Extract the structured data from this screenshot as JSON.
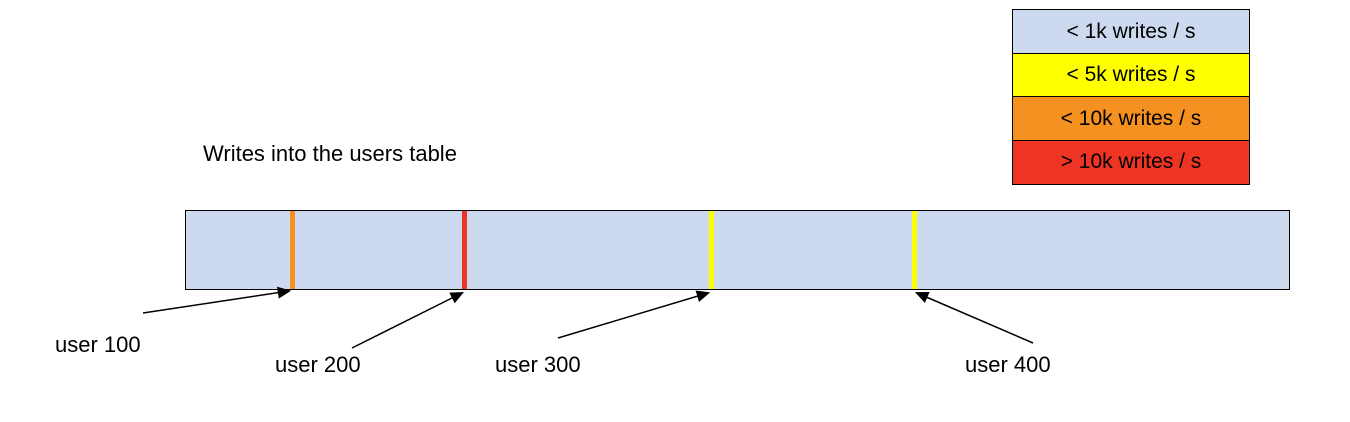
{
  "title": "Writes into the users table",
  "legend": {
    "items": [
      {
        "label": "< 1k writes / s",
        "color": "#cdd9ee"
      },
      {
        "label": "< 5k writes / s",
        "color": "#ffff00"
      },
      {
        "label": "< 10k writes / s",
        "color": "#f59120"
      },
      {
        "label": "> 10k writes / s",
        "color": "#ee3524"
      }
    ]
  },
  "bar": {
    "fill": "#cdd9ee",
    "markers": [
      {
        "user": "user 100",
        "rate": "< 10k writes / s",
        "color": "#f59120"
      },
      {
        "user": "user 200",
        "rate": "> 10k writes / s",
        "color": "#ee3524"
      },
      {
        "user": "user 300",
        "rate": "< 5k writes / s",
        "color": "#ffff00"
      },
      {
        "user": "user 400",
        "rate": "< 5k writes / s",
        "color": "#ffff00"
      }
    ]
  },
  "callouts": [
    {
      "label": "user 100"
    },
    {
      "label": "user 200"
    },
    {
      "label": "user 300"
    },
    {
      "label": "user 400"
    }
  ]
}
